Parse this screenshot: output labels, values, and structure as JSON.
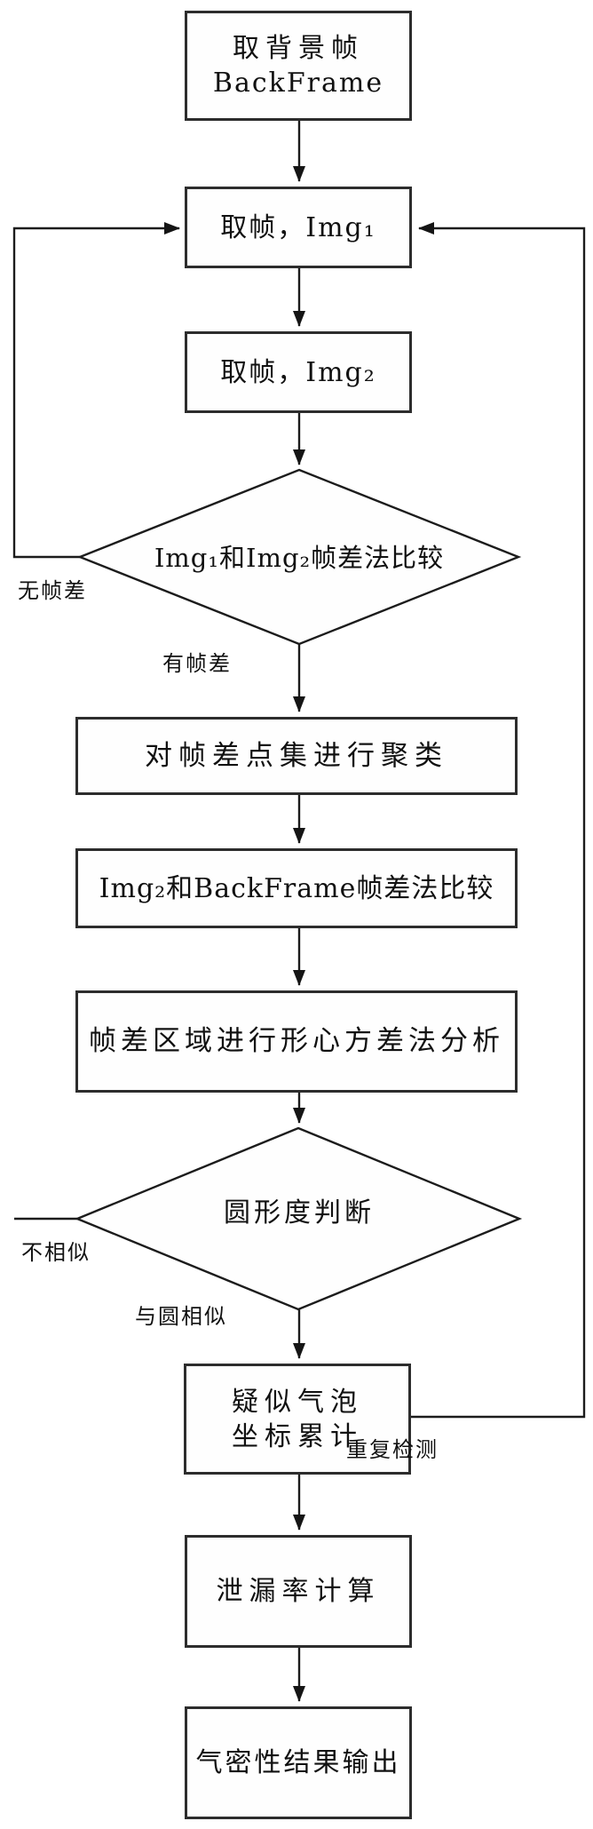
{
  "diagram": {
    "type": "flowchart",
    "background_color": "#ffffff",
    "line_color": "#1c1c1c",
    "nodes": {
      "backframe": {
        "line1": "取背景帧",
        "line2": "BackFrame"
      },
      "grab_img1": {
        "label": "取帧，Img₁"
      },
      "grab_img2": {
        "label": "取帧，Img₂"
      },
      "frame_diff_decision": {
        "label": "Img₁和Img₂帧差法比较"
      },
      "cluster": {
        "label": "对帧差点集进行聚类"
      },
      "backframe_diff": {
        "label": "Img₂和BackFrame帧差法比较"
      },
      "centroid_variance": {
        "label": "帧差区域进行形心方差法分析"
      },
      "circularity_decision": {
        "label": "圆形度判断"
      },
      "bubble_accumulate": {
        "line1": "疑似气泡",
        "line2": "坐标累计"
      },
      "leak_rate": {
        "label": "泄漏率计算"
      },
      "result_output": {
        "label": "气密性结果输出"
      }
    },
    "edge_labels": {
      "no_frame_diff": "无帧差",
      "has_frame_diff": "有帧差",
      "not_similar": "不相似",
      "similar_to_circle": "与圆相似",
      "repeat_detection": "重复检测"
    }
  }
}
